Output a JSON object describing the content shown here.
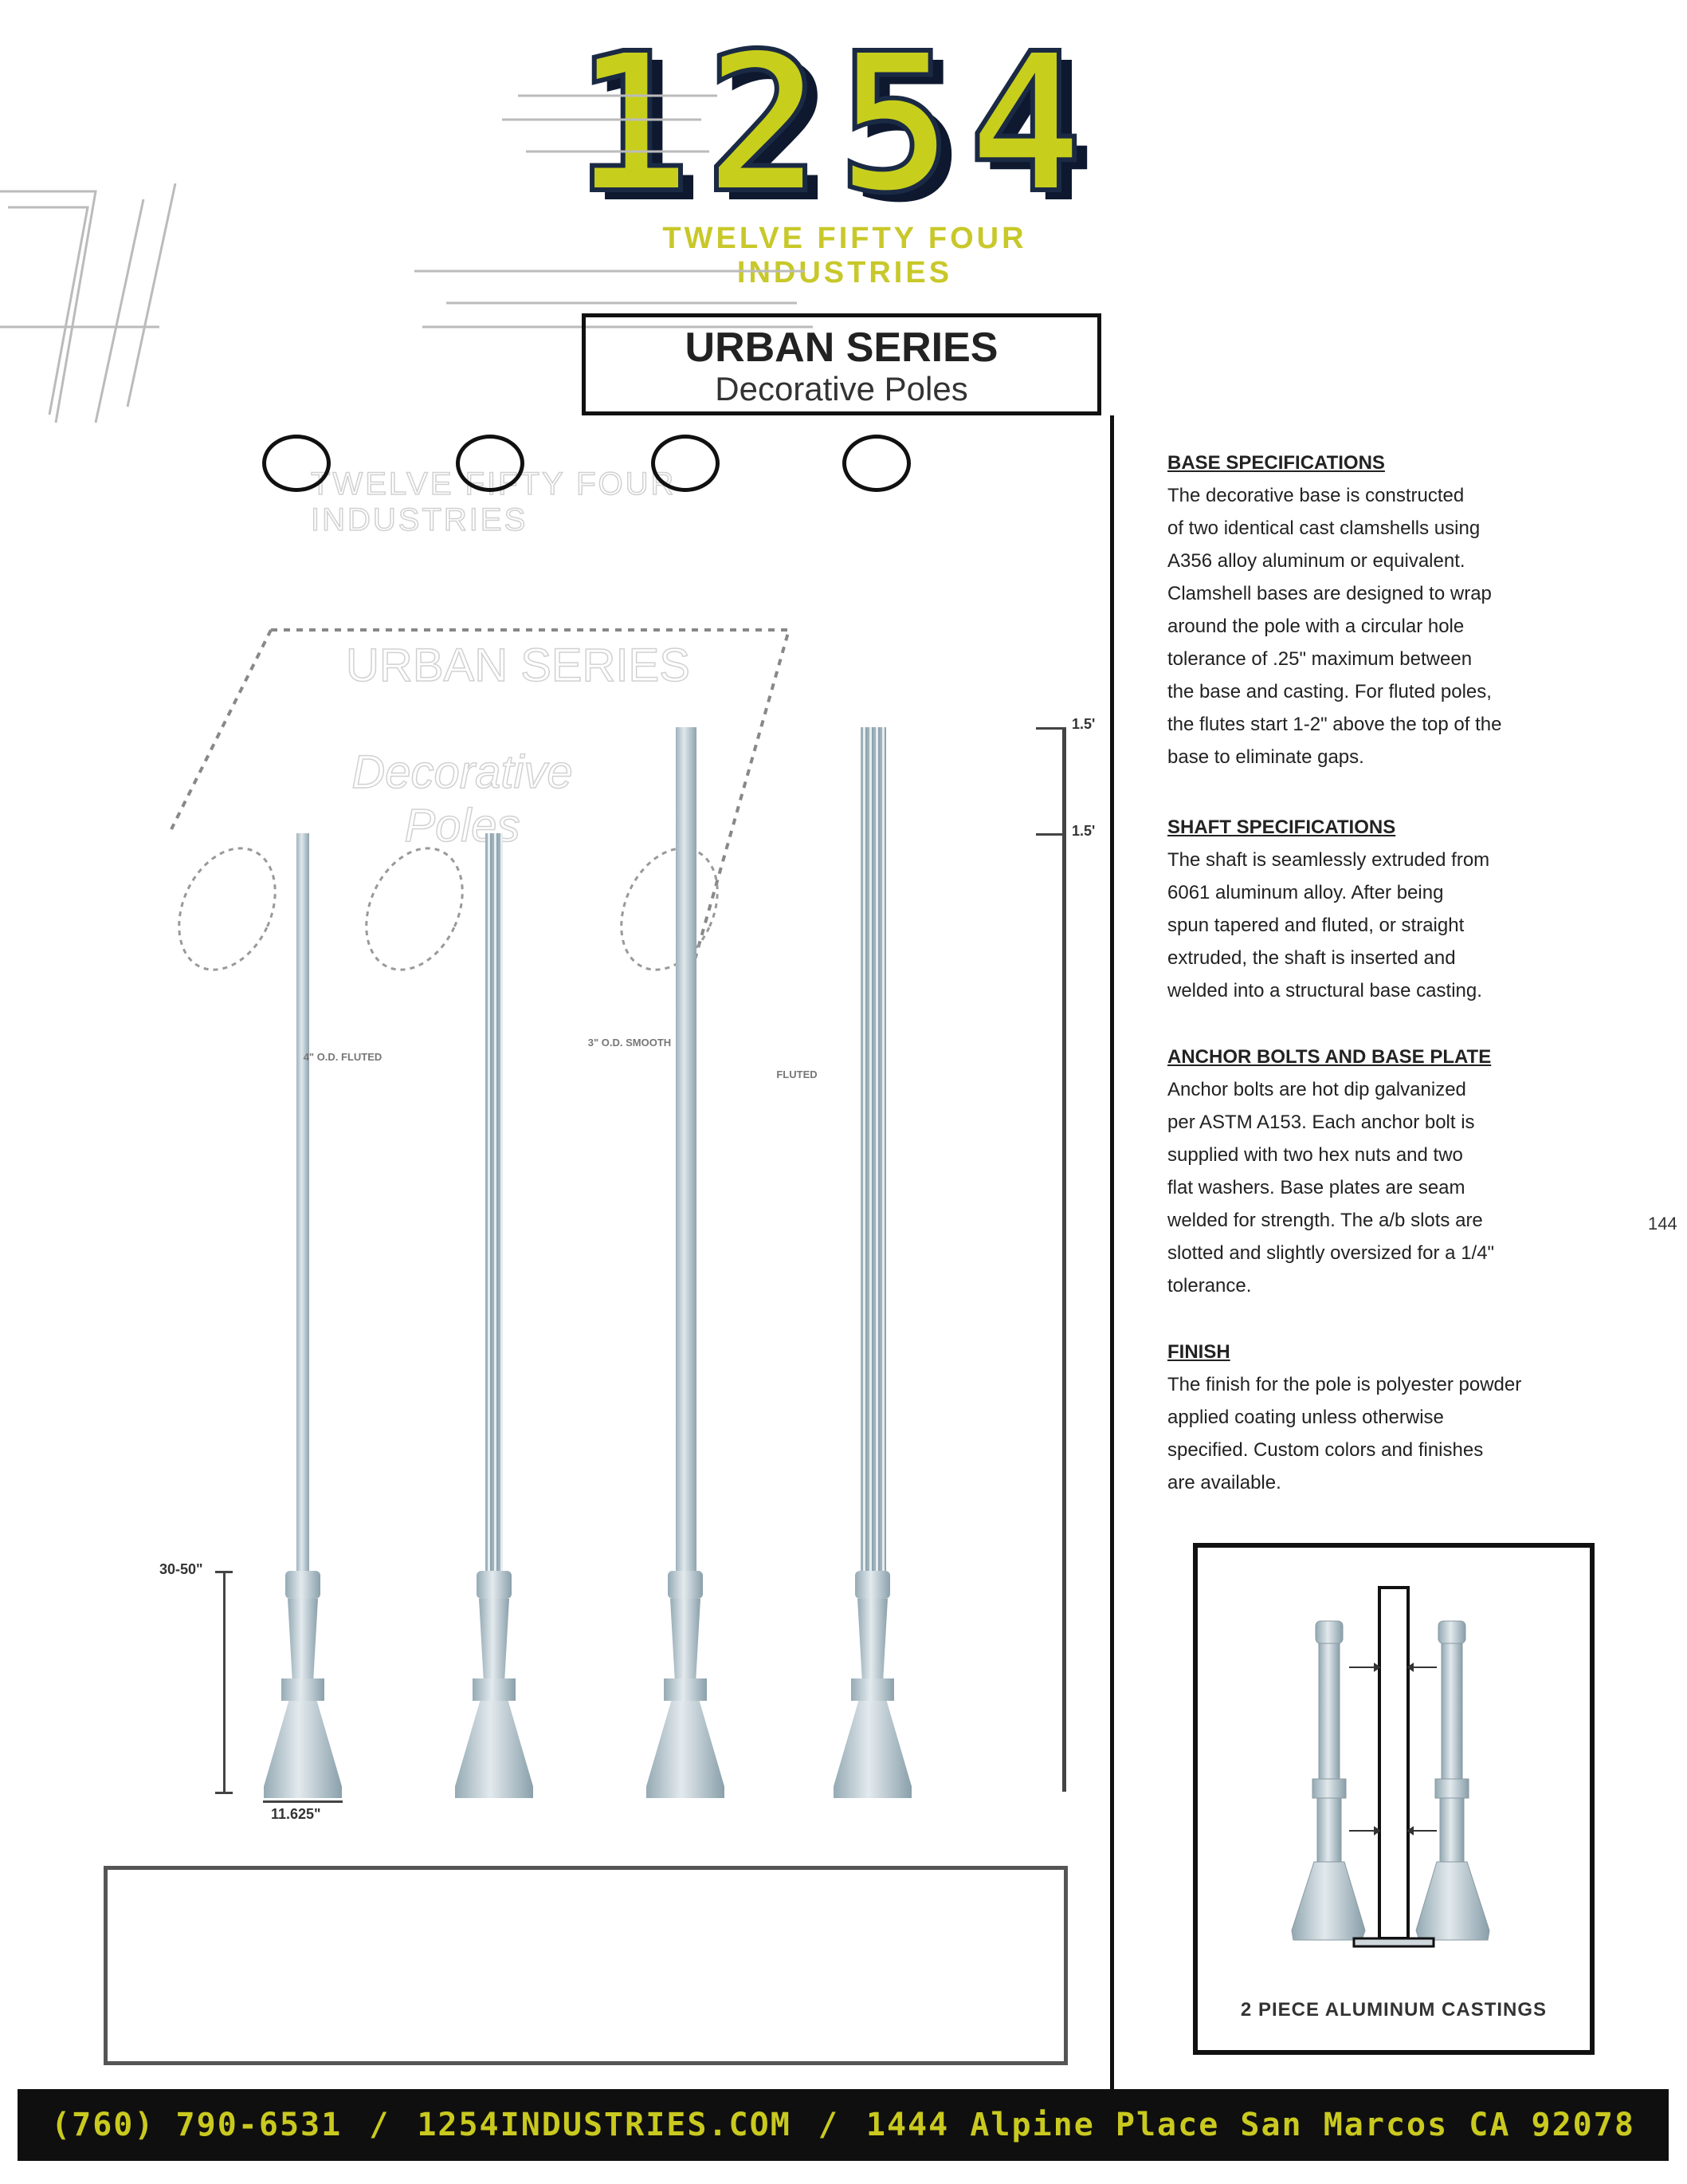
{
  "brand": {
    "logo_number": "1254",
    "tagline": "TWELVE FIFTY FOUR INDUSTRIES"
  },
  "header": {
    "title": "URBAN SERIES",
    "subtitle": "Decorative Poles"
  },
  "dimensions": {
    "top_a": "1.5'",
    "top_b": "1.5'",
    "base_height": "30-50\"",
    "base_width": "11.625\""
  },
  "pole_types": [
    "4\" O.D. FLUTED",
    "3\" O.D. SMOOTH",
    "FLUTED"
  ],
  "specifications": [
    {
      "heading": "BASE SPECIFICATIONS",
      "lines": [
        "The decorative base is constructed",
        "of two identical cast clamshells using",
        "A356 alloy aluminum or equivalent.",
        "Clamshell bases are designed to wrap",
        "around the pole with a circular hole",
        "tolerance of .25\" maximum between",
        "the base and casting. For fluted poles,",
        "the flutes start 1-2\" above the top of the",
        "base to eliminate gaps."
      ]
    },
    {
      "heading": "SHAFT SPECIFICATIONS",
      "lines": [
        "The shaft is seamlessly extruded from",
        "6061 aluminum alloy. After being",
        "spun tapered and fluted, or straight",
        "extruded, the shaft is inserted and",
        "welded into a structural base casting."
      ]
    },
    {
      "heading": "ANCHOR BOLTS AND BASE PLATE",
      "lines": [
        "Anchor bolts are hot dip galvanized",
        "per ASTM A153. Each anchor bolt is",
        "supplied with two hex nuts and two",
        "flat washers. Base plates are seam",
        "welded for strength. The a/b slots are",
        "slotted and slightly oversized for a 1/4\"",
        "tolerance."
      ]
    },
    {
      "heading": "FINISH",
      "lines": [
        "The finish for the pole is polyester powder",
        "applied coating unless otherwise",
        "specified. Custom colors and finishes",
        "are available."
      ]
    }
  ],
  "page_number": "144",
  "casting": {
    "caption": "2 PIECE ALUMINUM CASTINGS"
  },
  "footer": {
    "phone": "(760) 790-6531",
    "sep": "/",
    "website": "1254INDUSTRIES.COM",
    "address": "1444 Alpine Place San Marcos CA 92078"
  }
}
